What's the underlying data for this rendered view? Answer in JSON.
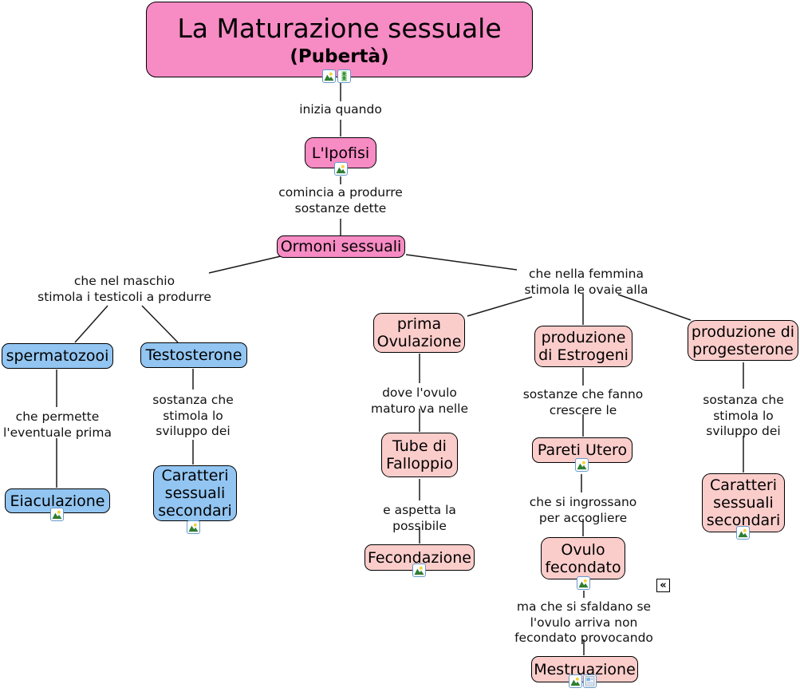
{
  "colors": {
    "node_pink_strong": "#F78BC4",
    "node_pink_light": "#FACDCB",
    "node_blue": "#92C5F1",
    "node_border": "#000000",
    "line": "#1A1A1A",
    "icon_border": "#6699CC"
  },
  "nodes": {
    "title": {
      "line1": "La Maturazione sessuale",
      "line2": "(Pubertà)",
      "icons": [
        "image-icon",
        "film-icon"
      ]
    },
    "ipofisi": {
      "text": "L'Ipofisi",
      "icons": [
        "image-icon"
      ]
    },
    "ormoni": {
      "text": "Ormoni sessuali",
      "icons": []
    },
    "spermatozooi": {
      "text": "spermatozooi",
      "icons": []
    },
    "testosterone": {
      "text": "Testosterone",
      "icons": []
    },
    "eiaculazione": {
      "text": "Eiaculazione",
      "icons": [
        "image-icon"
      ]
    },
    "caratteri_maschili": {
      "text": "Caratteri\nsessuali\nsecondari",
      "icons": [
        "image-icon"
      ]
    },
    "prima_ovulazione": {
      "text": "prima\nOvulazione",
      "icons": []
    },
    "estrogeni": {
      "text": "produzione\ndi Estrogeni",
      "icons": []
    },
    "progesterone": {
      "text": "produzione di\nprogesterone",
      "icons": []
    },
    "tube_falloppio": {
      "text": "Tube di\nFalloppio",
      "icons": []
    },
    "fecondazione": {
      "text": "Fecondazione",
      "icons": [
        "image-icon"
      ]
    },
    "pareti_utero": {
      "text": "Pareti Utero",
      "icons": [
        "image-icon"
      ]
    },
    "ovulo_fecondato": {
      "text": "Ovulo\nfecondato",
      "icons": [
        "image-icon"
      ]
    },
    "mestruazione": {
      "text": "Mestruazione",
      "icons": [
        "image-icon",
        "document-icon"
      ]
    },
    "caratteri_femminili": {
      "text": "Caratteri\nsessuali\nsecondari",
      "icons": [
        "image-icon"
      ]
    }
  },
  "links": {
    "inizia_quando": "inizia quando",
    "comincia": "comincia a produrre\nsostanze dette",
    "che_nel_maschio": "che nel maschio\nstimola i testicoli a produrre",
    "che_permette": "che permette\nl'eventuale prima",
    "sostanza_maschile": "sostanza che\nstimola lo\nsviluppo dei",
    "che_nella_femmina": "che nella femmina\nstimola le ovaie alla",
    "dove_l_ovulo": "dove l'ovulo\nmaturo va nelle",
    "e_aspetta": "e aspetta la\npossibile",
    "sostanze_che_fanno": "sostanze che fanno\ncrescere le",
    "che_si_ingrossano": "che si ingrossano\nper accogliere",
    "ma_che_si_sfaldano": "ma che si sfaldano se\nl'ovulo arriva non\nfecondato provocando",
    "sostanza_femminile": "sostanza che\nstimola lo\nsviluppo dei"
  },
  "expand_marker": "«"
}
